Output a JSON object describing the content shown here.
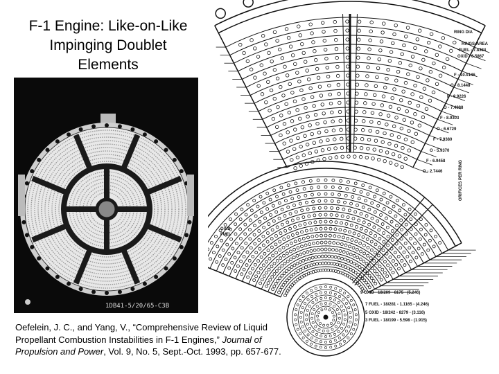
{
  "slide": {
    "title_lines": [
      "F-1 Engine: Like-on-Like",
      "Impinging Doublet",
      "Elements"
    ]
  },
  "photo": {
    "caption_code": "1DB41-5/20/65-C3B"
  },
  "diagram": {
    "labels": {
      "ring_dia": "RING DIA",
      "rings_area": "RINGS-AREA",
      "fuel_top": "FUEL - 7.8384",
      "oxid_top": "OXID - 6.5867",
      "f1": "F - 10.9146",
      "o1": "O - 8.1448",
      "f2": "F - 9.9226",
      "o2": "O - 7.4088",
      "f3": "F - 8.9303",
      "o3": "O - 6.6729",
      "f4": "F - 7.9380",
      "o4": "O - 5.9370",
      "f5": "F - 6.9458",
      "o5": "O - 2.7446",
      "orifices": "ORIFICES PER RING",
      "oxid_left": "OXID",
      "fuel_left": "FUEL",
      "ring9": "9 OXID - 18/209 - 8175 - (5.246)",
      "ring7": "7 FUEL - 18/281 - 1.1165 - (4.246)",
      "ring5": "5 OXID - 18/242 - 8279 - (3.116)",
      "ring3": "3 FUEL - 18/199 - 5.598 - (1.915)"
    }
  },
  "citation": {
    "authors": "Oefelein, J. C., and Yang, V., “Comprehensive Review of Liquid Propellant Combustion Instabilities in F-1 Engines,”",
    "journal": "Journal of Propulsion and Power",
    "details": ", Vol. 9, No. 5, Sept.-Oct. 1993, pp. 657-677."
  }
}
